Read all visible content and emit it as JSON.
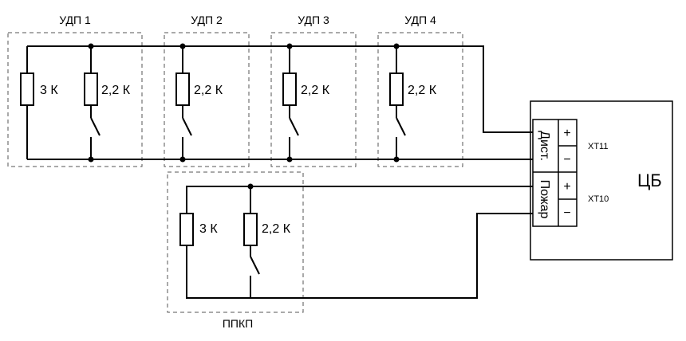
{
  "groups": {
    "udp1": "УДП 1",
    "udp2": "УДП 2",
    "udp3": "УДП 3",
    "udp4": "УДП 4",
    "ppkp": "ППКП"
  },
  "resistors": {
    "r3k": "3 К",
    "r22k": "2,2 К"
  },
  "central_block": {
    "label": "ЦБ",
    "xt11": "XT11",
    "xt10": "XT10",
    "dist": "Дист.",
    "pozhar": "Пожар",
    "plus": "+",
    "minus": "−"
  }
}
